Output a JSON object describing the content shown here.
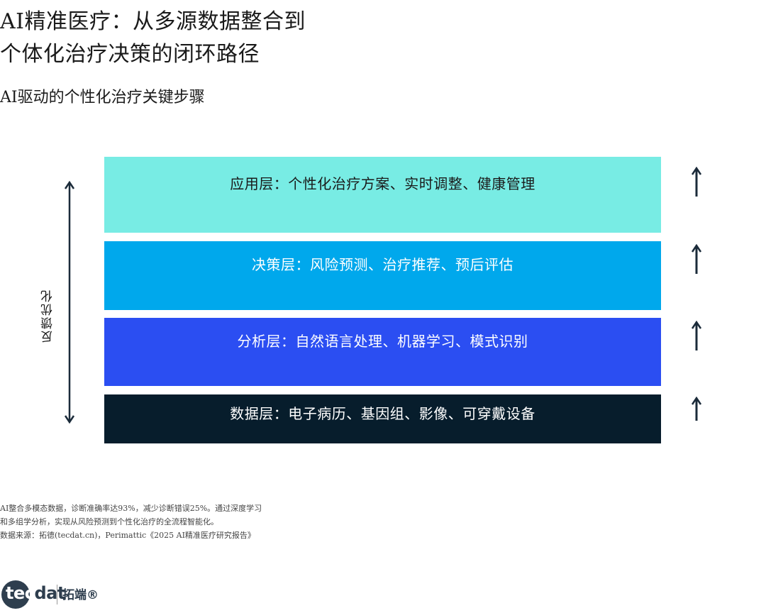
{
  "title": {
    "line1": "AI精准医疗：从多源数据整合到",
    "line2": "个体化治疗决策的闭环路径"
  },
  "subtitle": "AI驱动的个性化治疗关键步骤",
  "layers": [
    {
      "label": "应用层：个性化治疗方案、实时调整、健康管理",
      "color": "#78ece4"
    },
    {
      "label": "决策层：风险预测、治疗推荐、预后评估",
      "color": "#00a8ec"
    },
    {
      "label": "分析层：自然语言处理、机器学习、模式识别",
      "color": "#2b4ef2"
    },
    {
      "label": "数据层：电子病历、基因组、影像、可穿戴设备",
      "color": "#071d2c"
    }
  ],
  "feedback_label": "反馈优化",
  "icons": {
    "feedback": "double-arrow-vertical-icon",
    "flow": "arrow-up-icon"
  },
  "note": {
    "line1": "AI整合多模态数据，诊断准确率达93%，减少诊断错误25%。通过深度学习",
    "line2": "和多组学分析，实现从风险预测到个性化治疗的全流程智能化。",
    "line3": "数据来源：拓德(tecdat.cn)，Perimattic《2025 AI精准医疗研究报告》"
  },
  "logo": {
    "part1": "tec",
    "part2": "dat",
    "cn": "拓端®"
  }
}
